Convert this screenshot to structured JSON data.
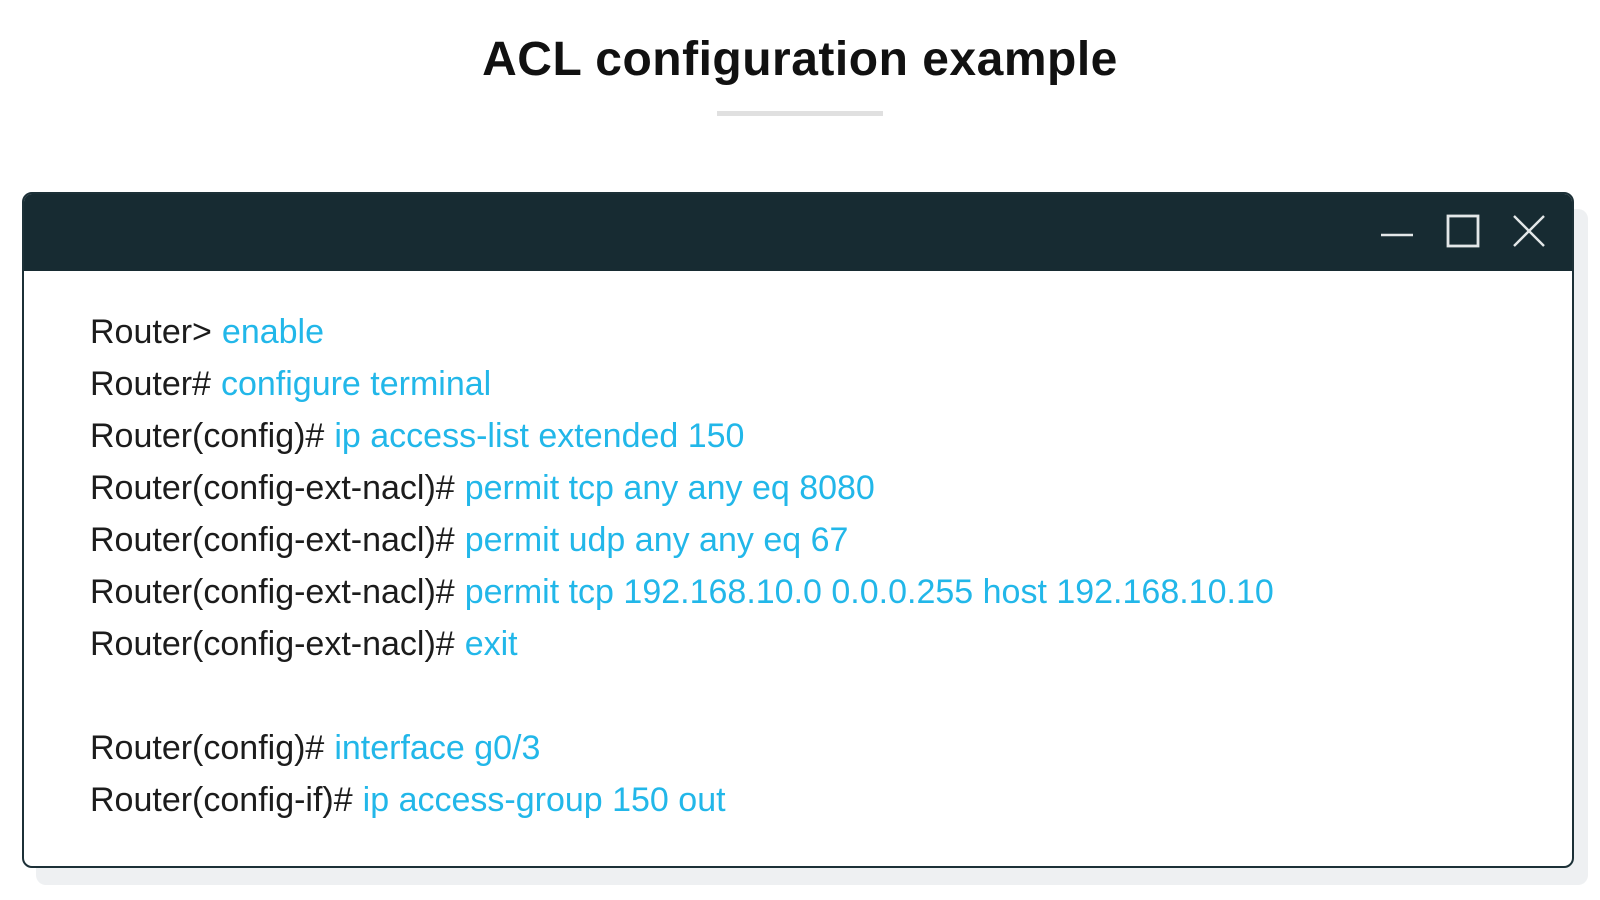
{
  "page": {
    "title": "ACL configuration example"
  },
  "window": {
    "controls": {
      "minimize": "minimize",
      "maximize": "maximize",
      "close": "close"
    }
  },
  "terminal": {
    "lines": [
      {
        "prompt": "Router>",
        "command": "enable"
      },
      {
        "prompt": "Router#",
        "command": "configure terminal"
      },
      {
        "prompt": "Router(config)#",
        "command": "ip access-list extended 150"
      },
      {
        "prompt": "Router(config-ext-nacl)#",
        "command": "permit tcp any any eq 8080"
      },
      {
        "prompt": "Router(config-ext-nacl)#",
        "command": "permit udp any any eq 67"
      },
      {
        "prompt": "Router(config-ext-nacl)#",
        "command": "permit tcp 192.168.10.0 0.0.0.255 host 192.168.10.10"
      },
      {
        "prompt": "Router(config-ext-nacl)#",
        "command": "exit"
      },
      {
        "prompt": "",
        "command": ""
      },
      {
        "prompt": "Router(config)#",
        "command": "interface g0/3"
      },
      {
        "prompt": "Router(config-if)#",
        "command": "ip access-group 150 out"
      }
    ]
  },
  "colors": {
    "accent_cyan": "#22b7e9",
    "prompt_text": "#1c1c1c",
    "titlebar": "#172b32",
    "window_border": "#1c3037",
    "window_shadow": "#eef0f2",
    "divider": "#e0e0e0",
    "control_glyph": "#e3e7e8"
  }
}
